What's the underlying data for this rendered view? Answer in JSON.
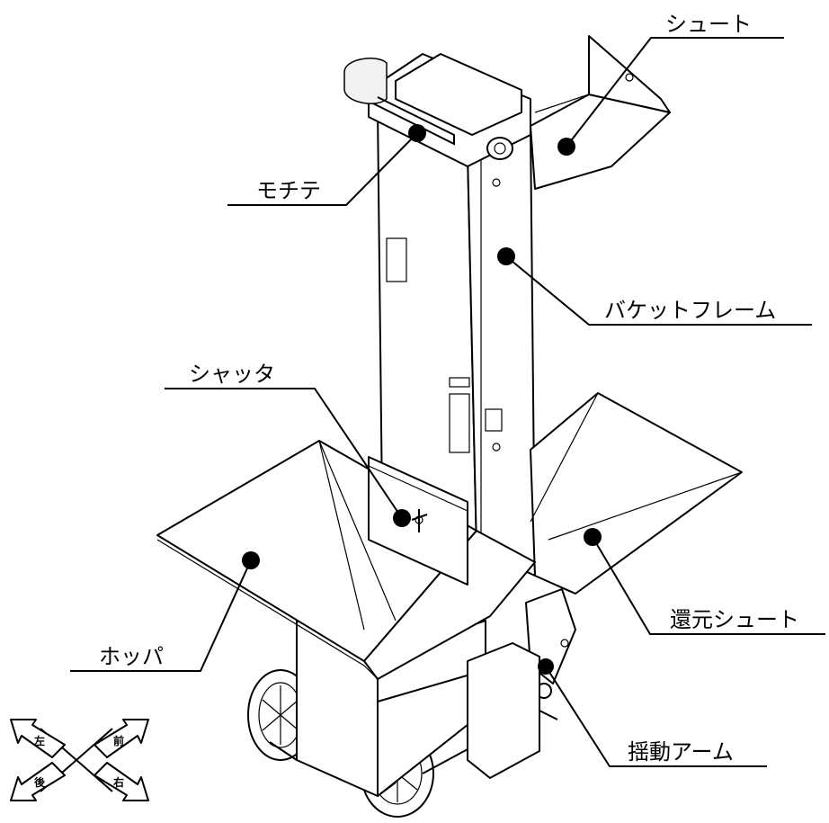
{
  "labels": {
    "chute": "シュート",
    "handle": "モチテ",
    "bucket_frame": "バケットフレーム",
    "shutter": "シャッタ",
    "hopper": "ホッパ",
    "return_chute": "還元シュート",
    "swing_arm": "揺動アーム"
  },
  "directions": {
    "left": "左",
    "front": "前",
    "rear": "後",
    "right": "右"
  }
}
